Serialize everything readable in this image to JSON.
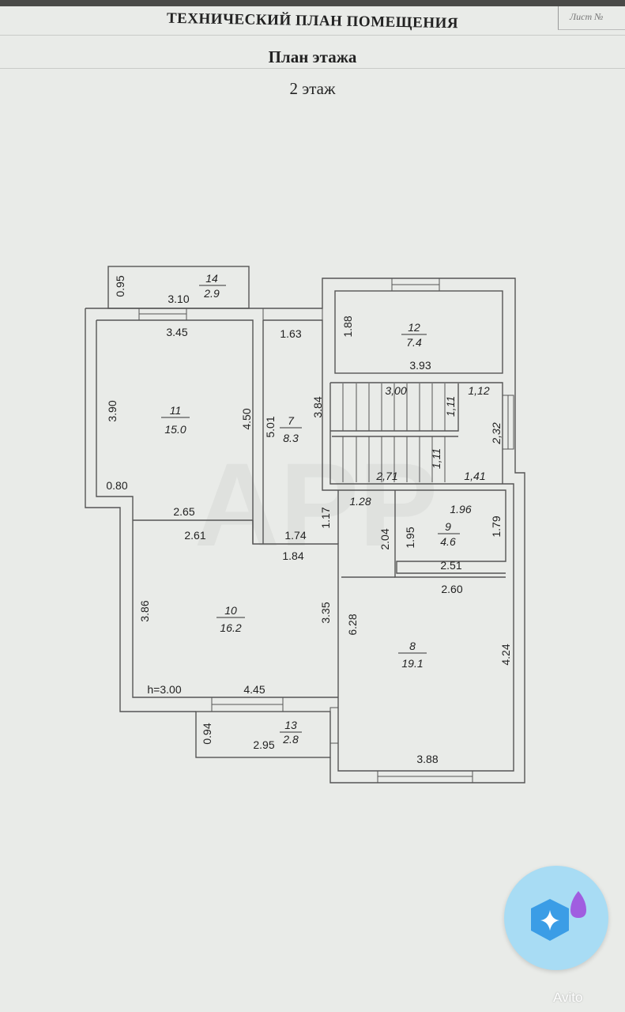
{
  "header": {
    "title": "ТЕХНИЧЕСКИЙ ПЛАН ПОМЕЩЕНИЯ",
    "subtitle": "План этажа",
    "floor": "2 этаж",
    "sheet_label": "Лист №"
  },
  "rooms": [
    {
      "number": "14",
      "area": "2.9"
    },
    {
      "number": "12",
      "area": "7.4"
    },
    {
      "number": "11",
      "area": "15.0"
    },
    {
      "number": "7",
      "area": "8.3"
    },
    {
      "number": "9",
      "area": "4.6"
    },
    {
      "number": "10",
      "area": "16.2"
    },
    {
      "number": "8",
      "area": "19.1"
    },
    {
      "number": "13",
      "area": "2.8"
    }
  ],
  "dimensions": [
    "0.95",
    "3.10",
    "3.45",
    "1.63",
    "1.88",
    "3.93",
    "3.90",
    "4.50",
    "5.01",
    "3.84",
    "3,00",
    "1,11",
    "1,12",
    "2,32",
    "1,11",
    "2,71",
    "1,41",
    "0.80",
    "2.65",
    "1.28",
    "1.17",
    "1.96",
    "2.04",
    "1.95",
    "1.79",
    "2.61",
    "1.74",
    "1.84",
    "2.51",
    "2.60",
    "3.86",
    "3.35",
    "6.28",
    "4.24",
    "h=3.00",
    "4.45",
    "0.94",
    "2.95",
    "3.88"
  ],
  "watermark": "АРР",
  "brand": "Avito",
  "colors": {
    "paper": "#e9ebe8",
    "fab": "#a8dcf4",
    "wall": "#555555"
  }
}
